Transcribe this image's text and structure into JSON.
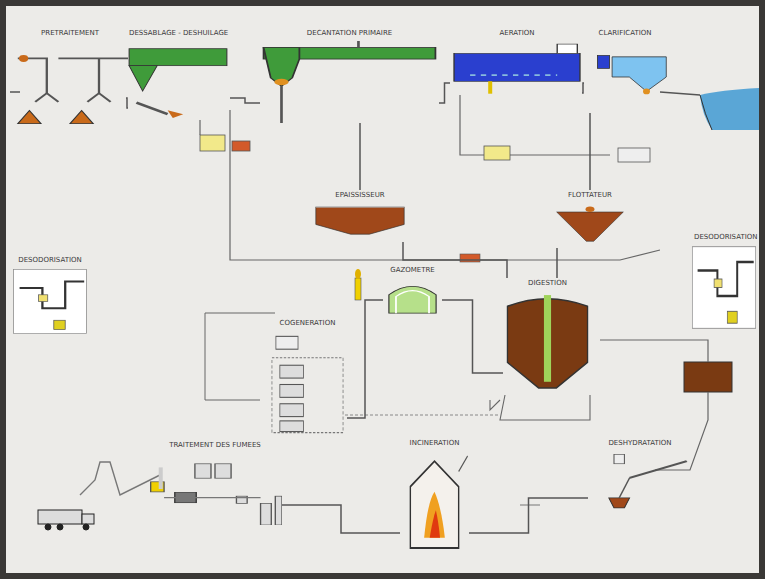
{
  "diagram": {
    "nodes": [
      {
        "text": [
          "PRETRAITEMENT"
        ]
      },
      {
        "text": [
          "DESSABLAGE - DESHUILAGE"
        ]
      },
      {
        "text": [
          "DECANTATION PRIMAIRE"
        ]
      },
      {
        "text": [
          "AERATION"
        ]
      },
      {
        "text": [
          "CLARIFICATION"
        ]
      },
      {
        "text": [
          "EPAISSISSEUR"
        ]
      },
      {
        "text": [
          "FLOTTATEUR"
        ]
      },
      {
        "text": [
          "GAZOMETRE"
        ]
      },
      {
        "text": [
          "DIGESTION"
        ]
      },
      {
        "text": [
          "COGENERATION"
        ]
      },
      {
        "text": [
          "DESHYDRATATION"
        ]
      },
      {
        "text": [
          "INCINERATION"
        ]
      },
      {
        "text": [
          "TRAITEMENT DES FUMEES"
        ]
      },
      {
        "text": [
          "DESODORISATION"
        ]
      },
      {
        "text": [
          "DESODORISATION"
        ]
      }
    ],
    "edges": [
      {
        "from": 0,
        "to": 1,
        "arrow": "none"
      },
      {
        "from": 1,
        "to": 2,
        "arrow": "none"
      },
      {
        "from": 2,
        "to": 3,
        "arrow": "none"
      },
      {
        "from": 3,
        "to": 4,
        "arrow": "none"
      },
      {
        "from": 2,
        "to": 5,
        "arrow": "none"
      },
      {
        "from": 4,
        "to": 6,
        "arrow": "none"
      },
      {
        "from": 5,
        "to": 8,
        "arrow": "none"
      },
      {
        "from": 6,
        "to": 8,
        "arrow": "none"
      },
      {
        "from": 8,
        "to": 7,
        "arrow": "none"
      },
      {
        "from": 7,
        "to": 9,
        "arrow": "none"
      },
      {
        "from": 10,
        "to": 11,
        "arrow": "none"
      },
      {
        "from": 11,
        "to": 12,
        "arrow": "none"
      }
    ]
  }
}
